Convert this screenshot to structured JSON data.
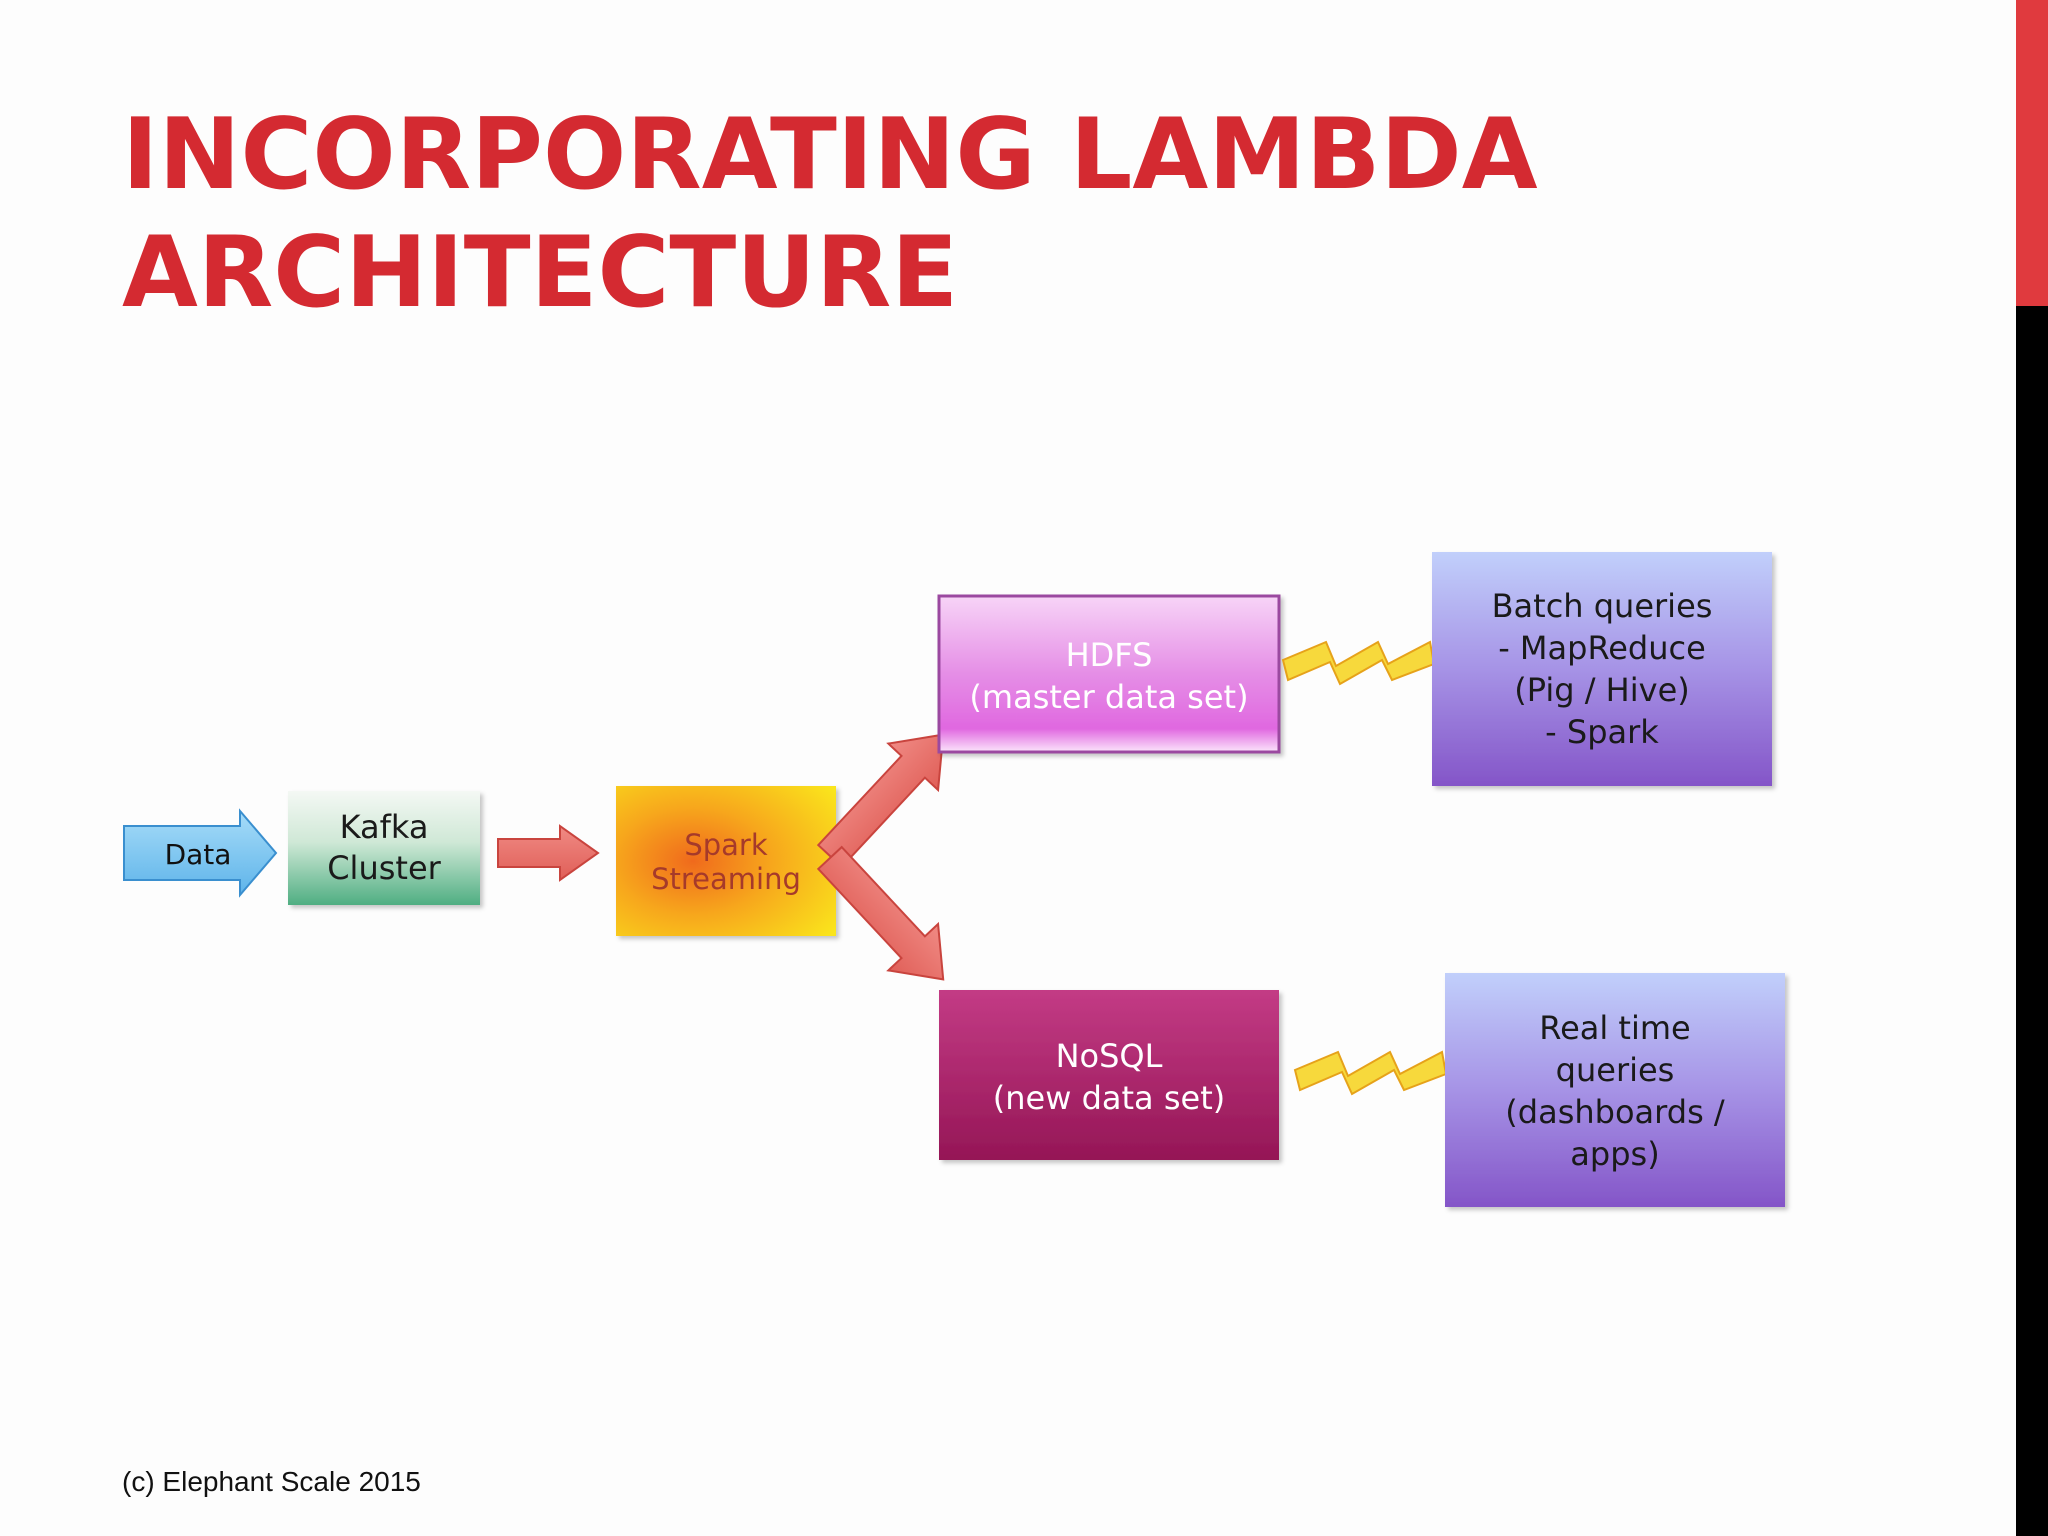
{
  "slide": {
    "title_line1": "INCORPORATING LAMBDA",
    "title_line2": "ARCHITECTURE",
    "footer": "(c) Elephant Scale 2015"
  },
  "diagram": {
    "data_label": "Data",
    "kafka": [
      "Kafka",
      "Cluster"
    ],
    "spark": [
      "Spark",
      "Streaming"
    ],
    "hdfs": [
      "HDFS",
      "(master data set)"
    ],
    "nosql": [
      "NoSQL",
      "(new data set)"
    ],
    "batch": [
      "Batch queries",
      "- MapReduce",
      "(Pig / Hive)",
      "- Spark"
    ],
    "realtime": [
      "Real time",
      "queries",
      "(dashboards /",
      "apps)"
    ]
  },
  "colors": {
    "title": "#d42a31",
    "accent_bar": "#e03a3e",
    "arrow_red": "#e8736c",
    "data_arrow": "#7cc4ee",
    "lightning": "#f5d23a"
  }
}
